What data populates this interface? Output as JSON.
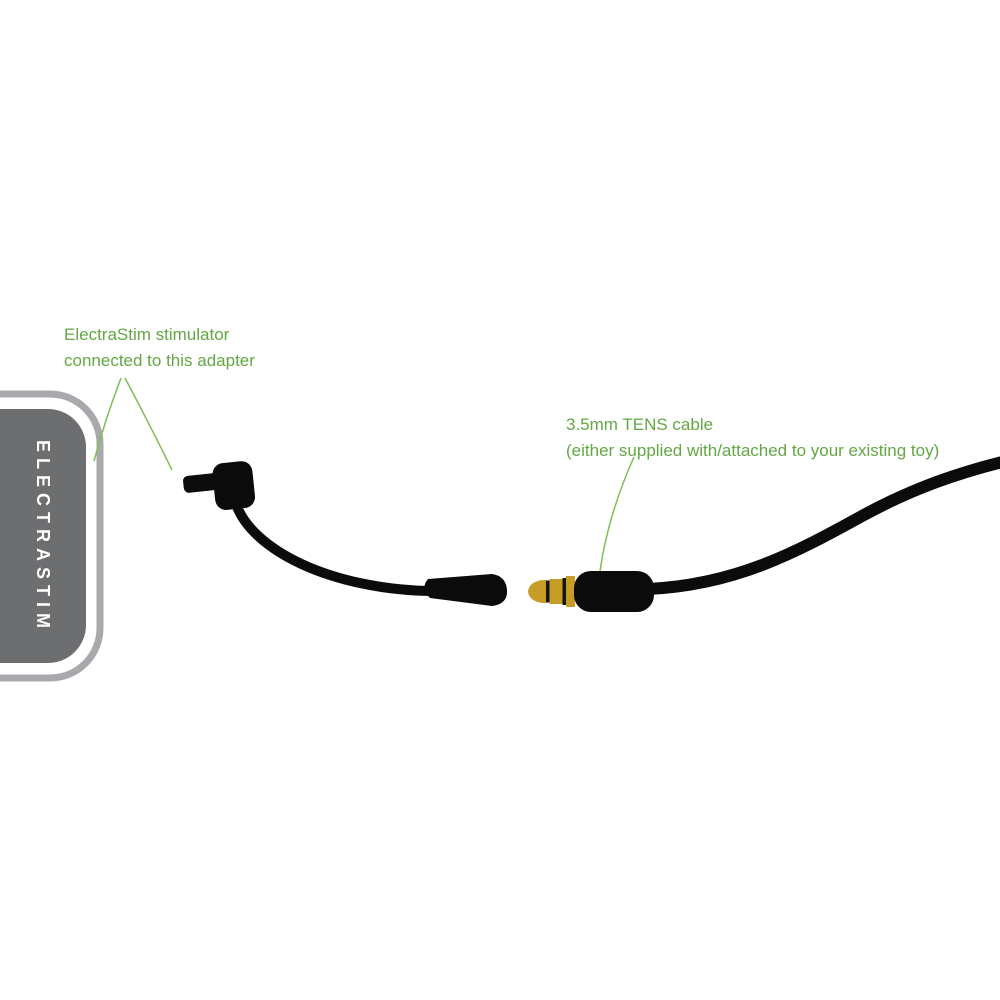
{
  "page": {
    "background_color": "#ffffff"
  },
  "device": {
    "label": "ELECTRASTIM",
    "body_color": "#6d6e70",
    "outline_color": "#a7a9ac",
    "label_color": "#ffffff"
  },
  "annotations": {
    "text_color": "#62a744",
    "line_color": "#7cbf57",
    "stimulator": {
      "line1": "ElectraStim stimulator",
      "line2": "connected to this adapter"
    },
    "tens_cable": {
      "line1": "3.5mm TENS cable",
      "line2": "(either supplied  with/attached to your existing toy)"
    }
  },
  "parts": {
    "cable_color": "#0b0b0b",
    "plug_color": "#0b0b0b",
    "socket_color": "#0b0b0b",
    "jack_gold_color": "#c79d27",
    "jack_groove_color": "#151515",
    "adapter_plug": "right-angle-plug-icon",
    "adapter_socket": "female-3-5mm-socket-icon",
    "tens_jack": "male-3-5mm-jack-icon"
  }
}
